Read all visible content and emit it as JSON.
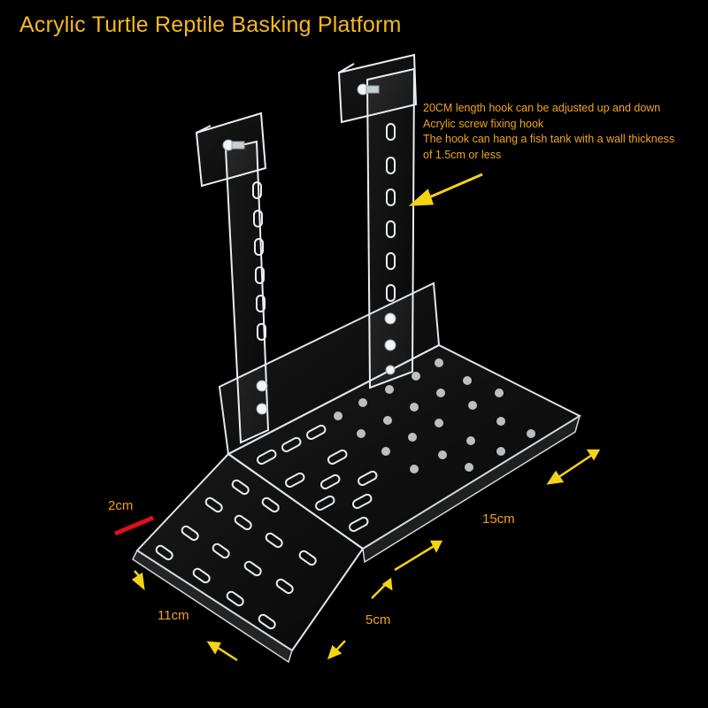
{
  "title": "Acrylic Turtle Reptile Basking Platform",
  "notes": [
    "20CM length hook can be adjusted up and down",
    "Acrylic screw fixing hook",
    "The hook can hang a fish tank with a wall thickness",
    "of 1.5cm or less"
  ],
  "dimensions": {
    "lip": "2cm",
    "front_width": "11cm",
    "ramp_length": "5cm",
    "platform_length": "15cm"
  },
  "colors": {
    "background": "#000000",
    "title": "#f5b920",
    "annotation": "#f0a422",
    "arrow": "#f4d214",
    "marker": "#e0101a",
    "acrylic_edge": "#e8eef2"
  }
}
